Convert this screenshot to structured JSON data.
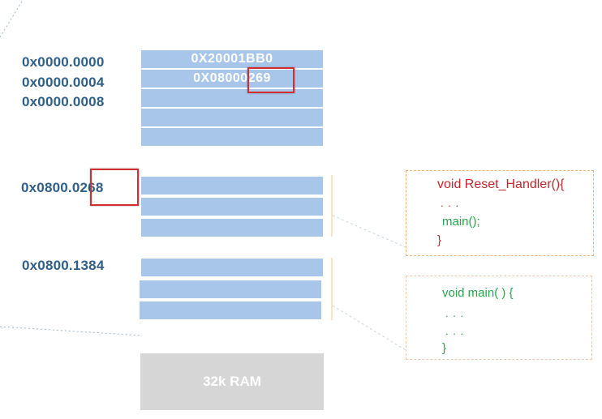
{
  "vector_table": {
    "addresses": [
      "0x0000.0000",
      "0x0000.0004",
      "0x0000.0008"
    ],
    "values": [
      "0X20001BB0",
      "0X08000269"
    ]
  },
  "flash": {
    "reset_addr": "0x0800.0268",
    "main_addr": "0x0800.1384"
  },
  "ram": {
    "label": "32k RAM"
  },
  "reset_code": {
    "line1": "void Reset_Handler(){",
    "line2": ". . .",
    "line3": "main();",
    "line4": "}"
  },
  "main_code": {
    "line1": "void main( ) {",
    "line2": ". . .",
    "line3": ". . .",
    "line4": "}"
  },
  "colors": {
    "cell": "#a8c6ea",
    "address": "#2f5f86",
    "highlight": "#d32d2d",
    "reset_box": "#f2b27a",
    "main_box": "#f0c8a8",
    "code_red": "#c0262d",
    "code_green": "#22a84a"
  }
}
